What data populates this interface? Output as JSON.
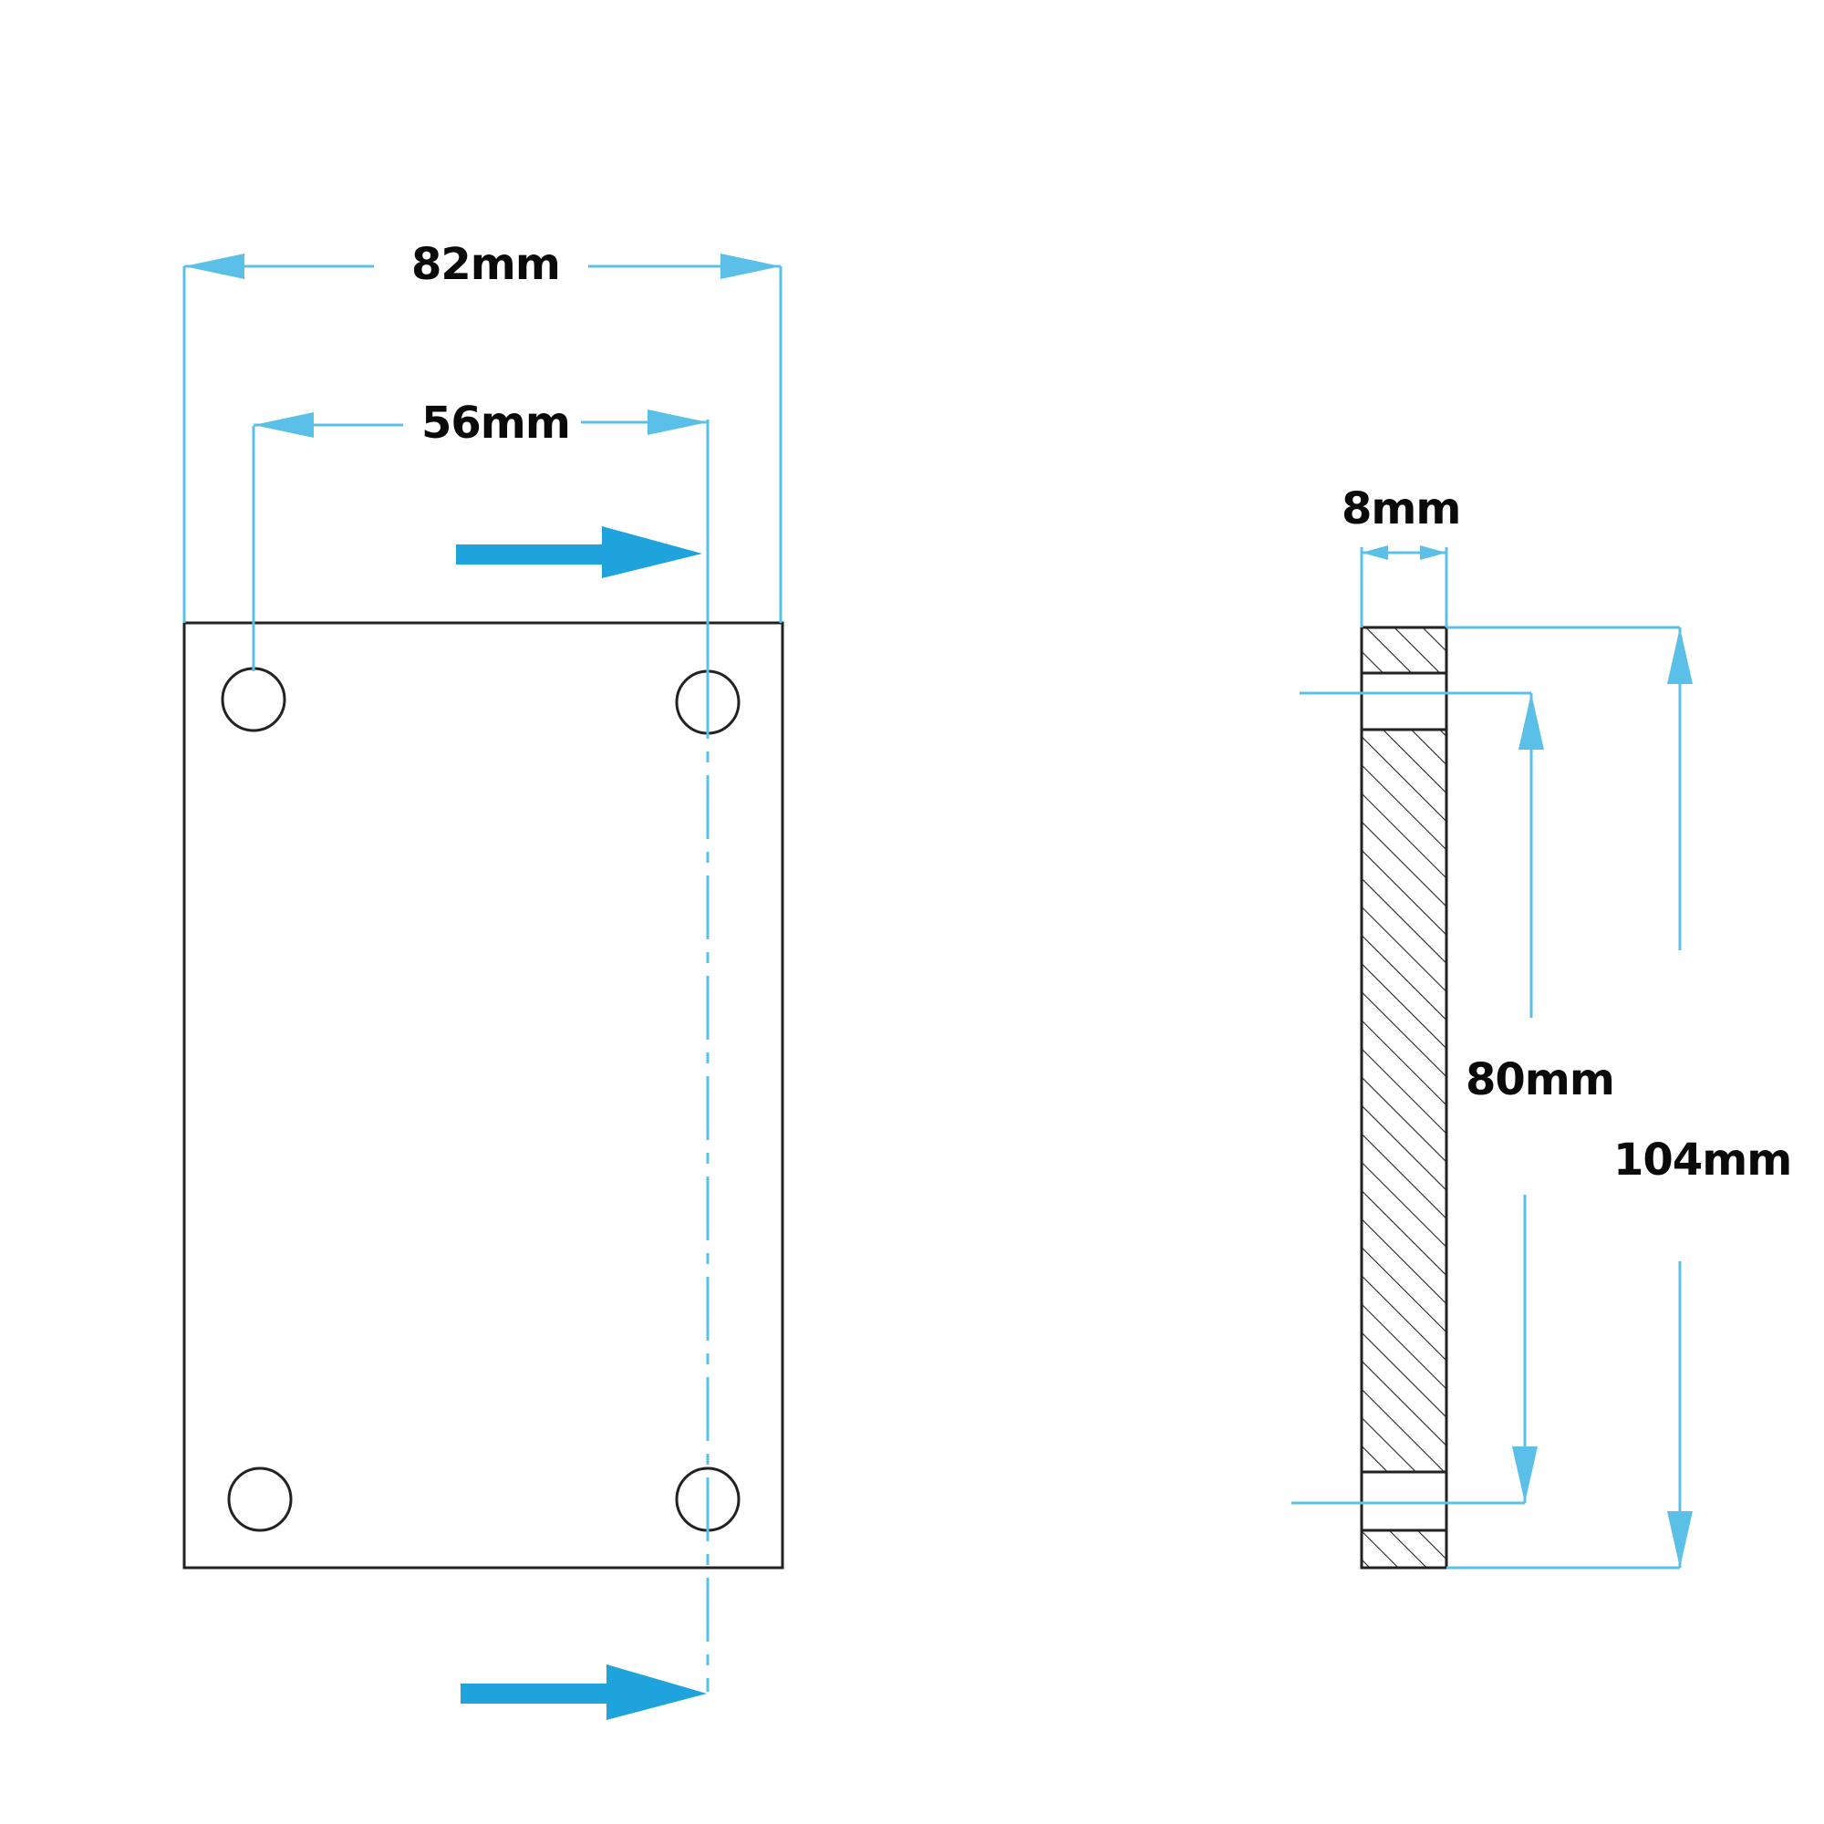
{
  "colors": {
    "dimension": "#5bc0e8",
    "arrow_fill": "#1fa3dc",
    "outline": "#222222",
    "background": "#ffffff"
  },
  "dimensions": {
    "outer_width": "82mm",
    "hole_spacing_width": "56mm",
    "thickness": "8mm",
    "hole_spacing_height": "80mm",
    "outer_height": "104mm"
  }
}
